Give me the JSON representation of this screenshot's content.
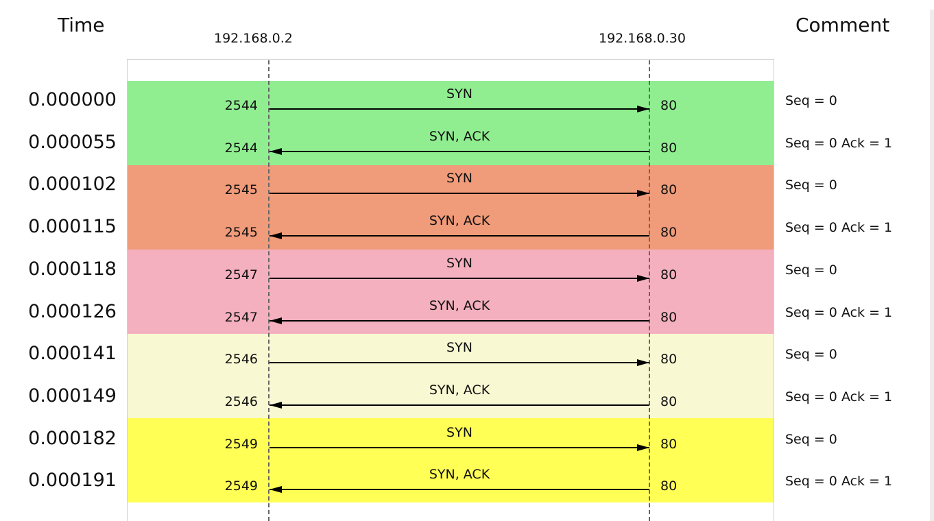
{
  "header": {
    "time_label": "Time",
    "comment_label": "Comment",
    "host_a": "192.168.0.2",
    "host_b": "192.168.0.30"
  },
  "colors": {
    "green": "#90ee90",
    "salmon": "#f09b79",
    "pink": "#f4b0be",
    "cream": "#f8f8d2",
    "yellow": "#ffff55"
  },
  "flows": [
    {
      "color": "#90ee90",
      "rows": [
        {
          "time": "0.000000",
          "src_port": "2544",
          "dst_port": "80",
          "label": "SYN",
          "direction": "right",
          "comment": "Seq = 0"
        },
        {
          "time": "0.000055",
          "src_port": "2544",
          "dst_port": "80",
          "label": "SYN, ACK",
          "direction": "left",
          "comment": "Seq = 0 Ack = 1"
        }
      ]
    },
    {
      "color": "#f09b79",
      "rows": [
        {
          "time": "0.000102",
          "src_port": "2545",
          "dst_port": "80",
          "label": "SYN",
          "direction": "right",
          "comment": "Seq = 0"
        },
        {
          "time": "0.000115",
          "src_port": "2545",
          "dst_port": "80",
          "label": "SYN, ACK",
          "direction": "left",
          "comment": "Seq = 0 Ack = 1"
        }
      ]
    },
    {
      "color": "#f4b0be",
      "rows": [
        {
          "time": "0.000118",
          "src_port": "2547",
          "dst_port": "80",
          "label": "SYN",
          "direction": "right",
          "comment": "Seq = 0"
        },
        {
          "time": "0.000126",
          "src_port": "2547",
          "dst_port": "80",
          "label": "SYN, ACK",
          "direction": "left",
          "comment": "Seq = 0 Ack = 1"
        }
      ]
    },
    {
      "color": "#f8f8d2",
      "rows": [
        {
          "time": "0.000141",
          "src_port": "2546",
          "dst_port": "80",
          "label": "SYN",
          "direction": "right",
          "comment": "Seq = 0"
        },
        {
          "time": "0.000149",
          "src_port": "2546",
          "dst_port": "80",
          "label": "SYN, ACK",
          "direction": "left",
          "comment": "Seq = 0 Ack = 1"
        }
      ]
    },
    {
      "color": "#ffff55",
      "rows": [
        {
          "time": "0.000182",
          "src_port": "2549",
          "dst_port": "80",
          "label": "SYN",
          "direction": "right",
          "comment": "Seq = 0"
        },
        {
          "time": "0.000191",
          "src_port": "2549",
          "dst_port": "80",
          "label": "SYN, ACK",
          "direction": "left",
          "comment": "Seq = 0 Ack = 1"
        }
      ]
    }
  ]
}
